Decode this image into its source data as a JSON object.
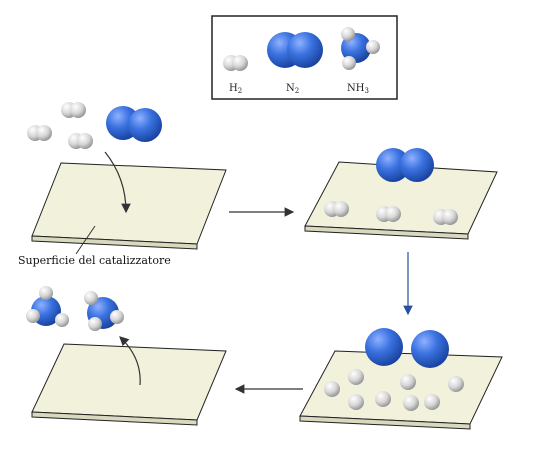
{
  "legend": {
    "h2": {
      "base": "H",
      "sub": "2"
    },
    "n2": {
      "base": "N",
      "sub": "2"
    },
    "nh3": {
      "base": "NH",
      "sub": "3"
    }
  },
  "labels": {
    "surface": "Superficie del catalizzatore"
  },
  "colors": {
    "nitrogen": "#2a64d6",
    "hydrogen": "#dcdcdc",
    "plate_top": "#f1f1dc",
    "plate_edge": "#d9d9bf",
    "outline": "#222222",
    "arrow": "#333333",
    "arrow_blue": "#2a4f9e"
  }
}
